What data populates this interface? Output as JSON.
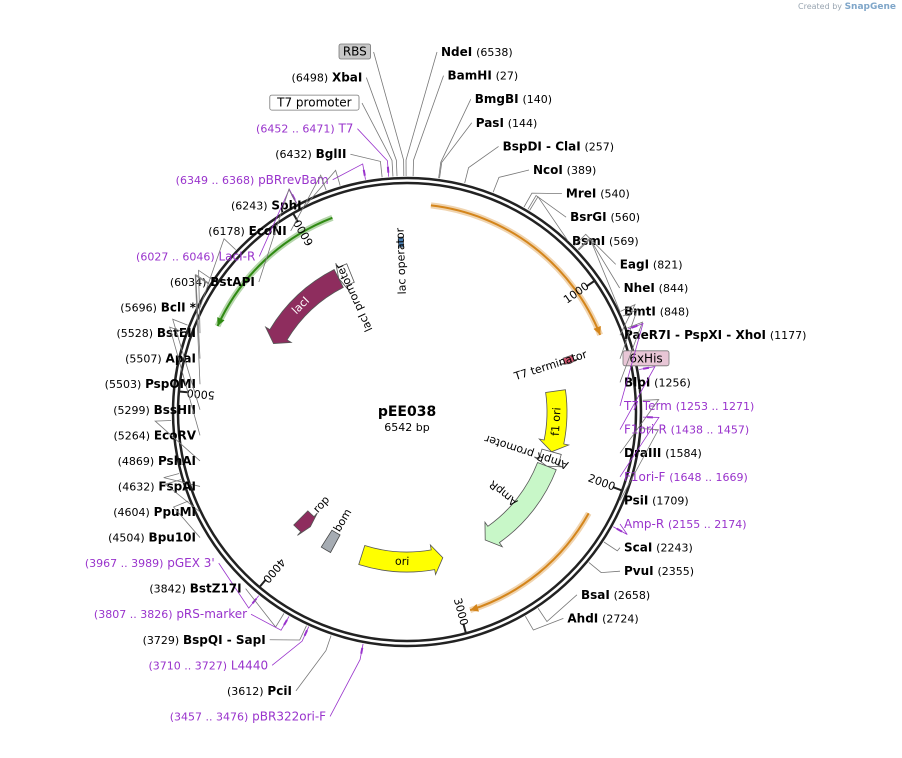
{
  "credit": {
    "prefix": "Created by",
    "brand": "SnapGene"
  },
  "plasmid": {
    "name": "pEE038",
    "length_label": "6542 bp",
    "length": 6542
  },
  "colors": {
    "enzyme": "#000000",
    "primer": "#9933cc",
    "backbone": "#222222",
    "lacI": "#8e2d5e",
    "green_arrow": "#2f8a12",
    "orange_arrow": "#d4851b",
    "yellow": "#ffff00",
    "ampr": "#c8f7c8",
    "bom": "#a6acb3"
  },
  "ticks": [
    {
      "bp": 1000,
      "label": "1000"
    },
    {
      "bp": 2000,
      "label": "2000"
    },
    {
      "bp": 3000,
      "label": "3000"
    },
    {
      "bp": 4000,
      "label": "4000"
    },
    {
      "bp": 5000,
      "label": "5000"
    },
    {
      "bp": 6000,
      "label": "6000"
    }
  ],
  "features": [
    {
      "label": "lacI",
      "start": 5400,
      "end": 6050,
      "dir": -1,
      "color": "#8e2d5e",
      "ring": "inner1",
      "text_color": "#ffffff"
    },
    {
      "label": "lacI promoter",
      "start": 6050,
      "end": 6140,
      "dir": -1,
      "color": "#ffffff",
      "ring": "inner1",
      "text_color": "#000000",
      "outside_label": true
    },
    {
      "label": "lac operator",
      "start": 6490,
      "end": 6520,
      "dir": 0,
      "color": "#4a7fb3",
      "ring": "inner0",
      "text_color": "#000000",
      "outside_label": true
    },
    {
      "label": "T7 terminator",
      "start": 1290,
      "end": 1335,
      "dir": 1,
      "color": "#d0566f",
      "ring": "inner0",
      "text_color": "#000000",
      "outside_label": true
    },
    {
      "label": "f1 ori",
      "start": 1490,
      "end": 1915,
      "dir": 1,
      "color": "#ffff00",
      "ring": "inner1",
      "text_color": "#000000"
    },
    {
      "label": "AmpR promoter",
      "start": 1915,
      "end": 2020,
      "dir": 1,
      "color": "#ffffff",
      "ring": "inner1",
      "text_color": "#000000",
      "outside_label": true
    },
    {
      "label": "AmpR",
      "start": 2020,
      "end": 2700,
      "dir": 1,
      "color": "#c8f7c8",
      "ring": "inner1",
      "text_color": "#000000",
      "outside_label": true
    },
    {
      "label": "ori",
      "start": 3020,
      "end": 3590,
      "dir": -1,
      "color": "#ffff00",
      "ring": "inner1",
      "text_color": "#000000"
    },
    {
      "label": "bom",
      "start": 3790,
      "end": 3860,
      "dir": 0,
      "color": "#a6acb3",
      "ring": "inner1",
      "text_color": "#000000",
      "outside_label": true
    },
    {
      "label": "rop",
      "start": 4000,
      "end": 4090,
      "dir": -1,
      "color": "#8e2d5e",
      "ring": "inner1",
      "text_color": "#000000",
      "outside_label": true
    }
  ],
  "arcs": [
    {
      "start": 120,
      "end": 1240,
      "dir": 1,
      "color": "#d4851b",
      "r": 208
    },
    {
      "start": 2165,
      "end": 2950,
      "dir": 1,
      "color": "#d4851b",
      "r": 208
    },
    {
      "start": 5350,
      "end": 6160,
      "dir": -1,
      "color": "#2f8a12",
      "r": 208
    }
  ],
  "labels": [
    {
      "name": "RBS",
      "bp": 6528,
      "kind": "feature_box",
      "box_color": "#c8c8c8",
      "side": "left"
    },
    {
      "name": "NdeI",
      "num": "(6538)",
      "bp": 6538,
      "kind": "enzyme",
      "side": "right"
    },
    {
      "name": "BamHI",
      "num": "(27)",
      "bp": 27,
      "kind": "enzyme",
      "side": "right"
    },
    {
      "name": "BmgBI",
      "num": "(140)",
      "bp": 140,
      "kind": "enzyme",
      "side": "right"
    },
    {
      "name": "PasI",
      "num": "(144)",
      "bp": 144,
      "kind": "enzyme",
      "side": "right"
    },
    {
      "name": "BspDI - ClaI",
      "num": "(257)",
      "bp": 257,
      "kind": "enzyme",
      "side": "right"
    },
    {
      "name": "NcoI",
      "num": "(389)",
      "bp": 389,
      "kind": "enzyme",
      "side": "right"
    },
    {
      "name": "MreI",
      "num": "(540)",
      "bp": 540,
      "kind": "enzyme",
      "side": "right"
    },
    {
      "name": "BsrGI",
      "num": "(560)",
      "bp": 560,
      "kind": "enzyme",
      "side": "right"
    },
    {
      "name": "BsmI",
      "num": "(569)",
      "bp": 569,
      "kind": "enzyme",
      "side": "right"
    },
    {
      "name": "EagI",
      "num": "(821)",
      "bp": 821,
      "kind": "enzyme",
      "side": "right"
    },
    {
      "name": "NheI",
      "num": "(844)",
      "bp": 844,
      "kind": "enzyme",
      "side": "right"
    },
    {
      "name": "BmtI",
      "num": "(848)",
      "bp": 848,
      "kind": "enzyme",
      "side": "right"
    },
    {
      "name": "PaeR7I - PspXI - XhoI",
      "num": "(1177)",
      "bp": 1177,
      "kind": "enzyme",
      "side": "right"
    },
    {
      "name": "6xHis",
      "bp": 1200,
      "kind": "feature_box",
      "box_color": "#e8c6d6",
      "side": "right"
    },
    {
      "name": "BlpI",
      "num": "(1256)",
      "bp": 1256,
      "kind": "enzyme",
      "side": "right"
    },
    {
      "name": "T7 Term",
      "num": "(1253 .. 1271)",
      "bp": 1262,
      "kind": "primer",
      "side": "right"
    },
    {
      "name": "F1ori-R",
      "num": "(1438 .. 1457)",
      "bp": 1447,
      "kind": "primer",
      "side": "right"
    },
    {
      "name": "DraIII",
      "num": "(1584)",
      "bp": 1584,
      "kind": "enzyme",
      "side": "right"
    },
    {
      "name": "F1ori-F",
      "num": "(1648 .. 1669)",
      "bp": 1658,
      "kind": "primer",
      "side": "right"
    },
    {
      "name": "PsiI",
      "num": "(1709)",
      "bp": 1709,
      "kind": "enzyme",
      "side": "right"
    },
    {
      "name": "Amp-R",
      "num": "(2155 .. 2174)",
      "bp": 2164,
      "kind": "primer",
      "side": "right"
    },
    {
      "name": "ScaI",
      "num": "(2243)",
      "bp": 2243,
      "kind": "enzyme",
      "side": "right"
    },
    {
      "name": "PvuI",
      "num": "(2355)",
      "bp": 2355,
      "kind": "enzyme",
      "side": "right"
    },
    {
      "name": "BsaI",
      "num": "(2658)",
      "bp": 2658,
      "kind": "enzyme",
      "side": "right"
    },
    {
      "name": "AhdI",
      "num": "(2724)",
      "bp": 2724,
      "kind": "enzyme",
      "side": "right"
    },
    {
      "name": "pBR322ori-F",
      "num": "(3457 .. 3476)",
      "bp": 3466,
      "kind": "primer",
      "side": "left"
    },
    {
      "name": "PciI",
      "num": "(3612)",
      "bp": 3612,
      "kind": "enzyme",
      "side": "left"
    },
    {
      "name": "L4440",
      "num": "(3710 .. 3727)",
      "bp": 3718,
      "kind": "primer",
      "side": "left"
    },
    {
      "name": "BspQI - SapI",
      "num": "(3729)",
      "bp": 3729,
      "kind": "enzyme",
      "side": "left"
    },
    {
      "name": "pRS-marker",
      "num": "(3807 .. 3826)",
      "bp": 3816,
      "kind": "primer",
      "side": "left"
    },
    {
      "name": "BstZ17I",
      "num": "(3842)",
      "bp": 3842,
      "kind": "enzyme",
      "side": "left"
    },
    {
      "name": "pGEX 3'",
      "num": "(3967 .. 3989)",
      "bp": 3978,
      "kind": "primer",
      "side": "left"
    },
    {
      "name": "Bpu10I",
      "num": "(4504)",
      "bp": 4504,
      "kind": "enzyme",
      "side": "left"
    },
    {
      "name": "PpuMI",
      "num": "(4604)",
      "bp": 4604,
      "kind": "enzyme",
      "side": "left"
    },
    {
      "name": "FspAI",
      "num": "(4632)",
      "bp": 4632,
      "kind": "enzyme",
      "side": "left"
    },
    {
      "name": "PshAI",
      "num": "(4869)",
      "bp": 4869,
      "kind": "enzyme",
      "side": "left"
    },
    {
      "name": "EcoRV",
      "num": "(5264)",
      "bp": 5264,
      "kind": "enzyme",
      "side": "left"
    },
    {
      "name": "BssHII",
      "num": "(5299)",
      "bp": 5299,
      "kind": "enzyme",
      "side": "left"
    },
    {
      "name": "PspOMI",
      "num": "(5503)",
      "bp": 5503,
      "kind": "enzyme",
      "side": "left"
    },
    {
      "name": "ApaI",
      "num": "(5507)",
      "bp": 5507,
      "kind": "enzyme",
      "side": "left"
    },
    {
      "name": "BstEII",
      "num": "(5528)",
      "bp": 5528,
      "kind": "enzyme",
      "side": "left"
    },
    {
      "name": "BclI *",
      "num": "(5696)",
      "bp": 5696,
      "kind": "enzyme",
      "side": "left"
    },
    {
      "name": "LacI-R",
      "num": "(6027 .. 6046)",
      "bp": 6036,
      "kind": "primer",
      "side": "left"
    },
    {
      "name": "BstAPI",
      "num": "(6034)",
      "bp": 6034,
      "kind": "enzyme",
      "side": "left"
    },
    {
      "name": "EcoNI",
      "num": "(6178)",
      "bp": 6178,
      "kind": "enzyme",
      "side": "left"
    },
    {
      "name": "SphI",
      "num": "(6243)",
      "bp": 6243,
      "kind": "enzyme",
      "side": "left"
    },
    {
      "name": "pBRrevBam",
      "num": "(6349 .. 6368)",
      "bp": 6358,
      "kind": "primer",
      "side": "left"
    },
    {
      "name": "BglII",
      "num": "(6432)",
      "bp": 6432,
      "kind": "enzyme",
      "side": "left"
    },
    {
      "name": "T7",
      "num": "(6452 .. 6471)",
      "bp": 6461,
      "kind": "primer",
      "side": "left"
    },
    {
      "name": "T7 promoter",
      "bp": 6480,
      "kind": "feature_box",
      "box_color": "#ffffff",
      "side": "left"
    },
    {
      "name": "XbaI",
      "num": "(6498)",
      "bp": 6498,
      "kind": "enzyme",
      "side": "left"
    }
  ]
}
